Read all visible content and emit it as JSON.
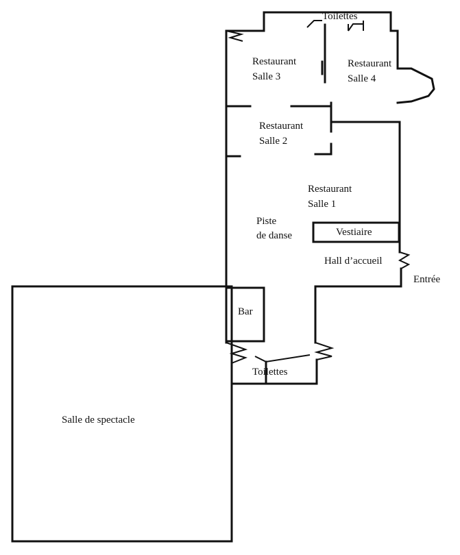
{
  "rooms": {
    "toilettes_top": "Toilettes",
    "restaurant_salle3": [
      "Restaurant",
      "Salle 3"
    ],
    "restaurant_salle4": [
      "Restaurant",
      "Salle 4"
    ],
    "restaurant_salle2": [
      "Restaurant",
      "Salle 2"
    ],
    "restaurant_salle1": [
      "Restaurant",
      "Salle 1"
    ],
    "piste_de_danse": [
      "Piste",
      "de danse"
    ],
    "vestiaire": "Vestiaire",
    "hall_accueil": "Hall d’accueil",
    "entree": "Entrée",
    "bar": "Bar",
    "toilettes_bottom": "Toilettes",
    "salle_de_spectacle": "Salle de spectacle"
  }
}
